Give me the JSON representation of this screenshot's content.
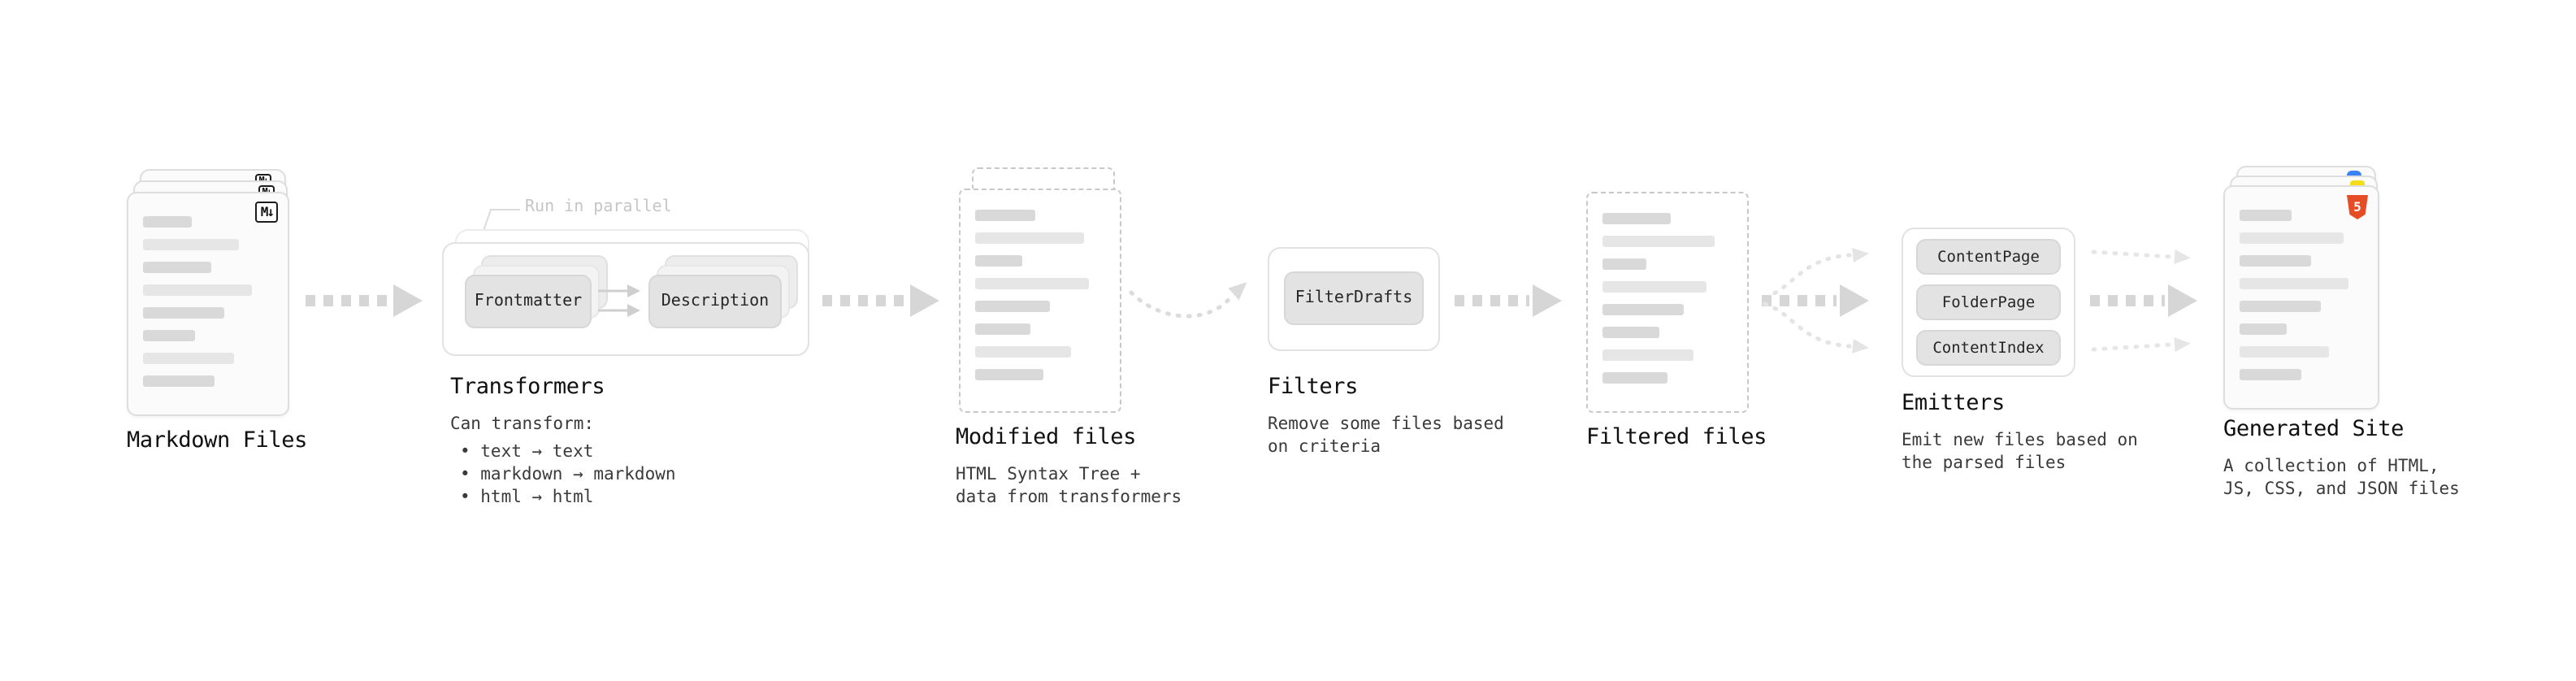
{
  "stages": {
    "markdown_files": {
      "title": "Markdown Files"
    },
    "transformers": {
      "annotation": "Run in parallel",
      "box_frontmatter": "Frontmatter",
      "box_description": "Description",
      "title": "Transformers",
      "desc_heading": "Can transform:",
      "bullet_1": "• text → text",
      "bullet_2": "• markdown → markdown",
      "bullet_3": "• html → html"
    },
    "modified_files": {
      "title": "Modified files",
      "desc": "HTML Syntax Tree +\ndata from transformers"
    },
    "filters": {
      "box_filterdrafts": "FilterDrafts",
      "title": "Filters",
      "desc": "Remove some files based\non criteria"
    },
    "filtered_files": {
      "title": "Filtered files"
    },
    "emitters": {
      "box_contentpage": "ContentPage",
      "box_folderpage": "FolderPage",
      "box_contentindex": "ContentIndex",
      "title": "Emitters",
      "desc": "Emit new files based on\nthe parsed files"
    },
    "generated_site": {
      "title": "Generated Site",
      "desc": "A collection of HTML,\nJS, CSS, and JSON files"
    }
  },
  "icons": {
    "markdown_badge": "M↓",
    "html5_badge": "5"
  },
  "colors": {
    "arrow": "#d6d6d6",
    "arrow_light": "#e4e4e4",
    "html5_orange": "#e44d26",
    "js_yellow": "#f5de19",
    "css_blue": "#3b82f6"
  }
}
